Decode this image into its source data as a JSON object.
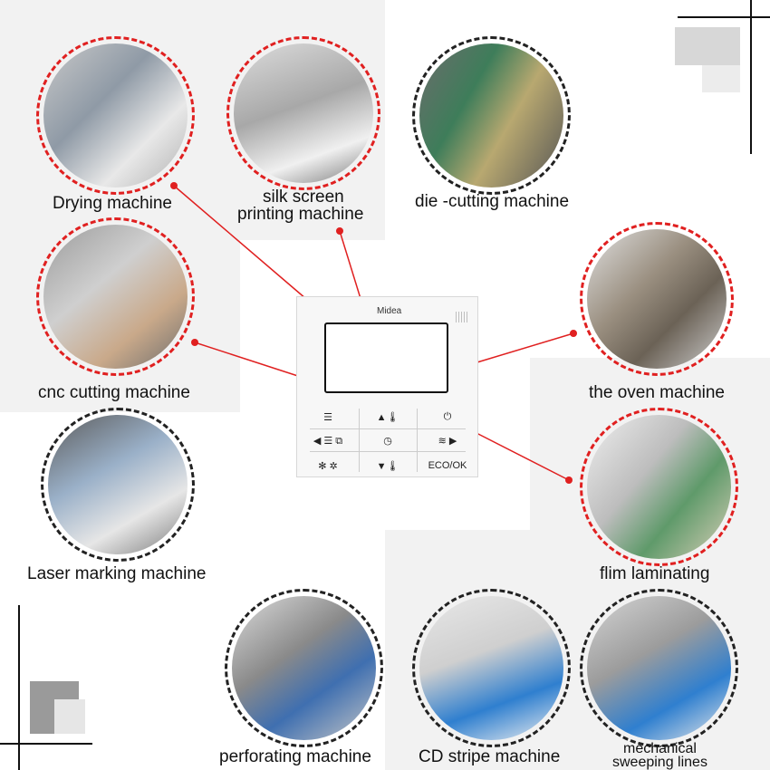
{
  "labels": {
    "drying": "Drying machine",
    "silk_line1": "silk screen",
    "silk_line2": "printing machine",
    "die": "die -cutting machine",
    "cnc": "cnc cutting machine",
    "oven": "the oven machine",
    "laser": "Laser marking machine",
    "flim": "flim laminating",
    "perforating": "perforating machine",
    "cd": "CD stripe machine",
    "mech_line1": "mechanical",
    "mech_line2": "sweeping lines"
  },
  "panel": {
    "brand": "Midea",
    "btn_menu": "☰",
    "btn_temp_up": "▲🌡",
    "btn_power": "⏻",
    "btn_mode": "◀ ☰ ⧉",
    "btn_timer": "◷",
    "btn_swing": "≋ ▶",
    "btn_fan": "✻ ✲",
    "btn_temp_down": "▼🌡",
    "btn_eco": "ECO/OK"
  },
  "colors": {
    "accent_red": "#e02020",
    "dashed_black": "#222222",
    "panel_bg": "#f2f2f2"
  }
}
